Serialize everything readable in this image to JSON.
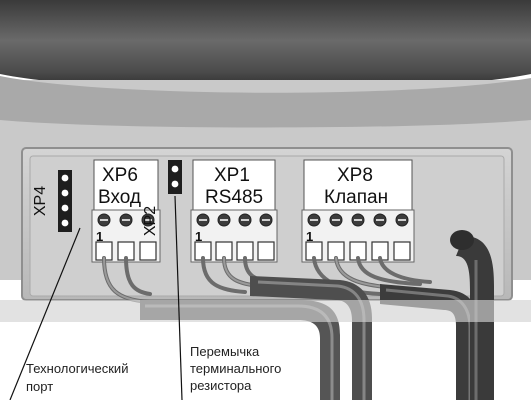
{
  "connectors": {
    "xp6": {
      "name": "XP6",
      "label": "Вход",
      "pin1": "1"
    },
    "xp1": {
      "name": "XP1",
      "label": "RS485",
      "pin1": "1"
    },
    "xp8": {
      "name": "XP8",
      "label": "Клапан",
      "pin1": "1"
    }
  },
  "jumpers": {
    "xp4": {
      "name": "XP4"
    },
    "xp2": {
      "name": "XP2"
    }
  },
  "callouts": {
    "tech_port": [
      "Технологический",
      "порт"
    ],
    "terminator": [
      "Перемычка",
      "терминального",
      "резистора"
    ]
  }
}
